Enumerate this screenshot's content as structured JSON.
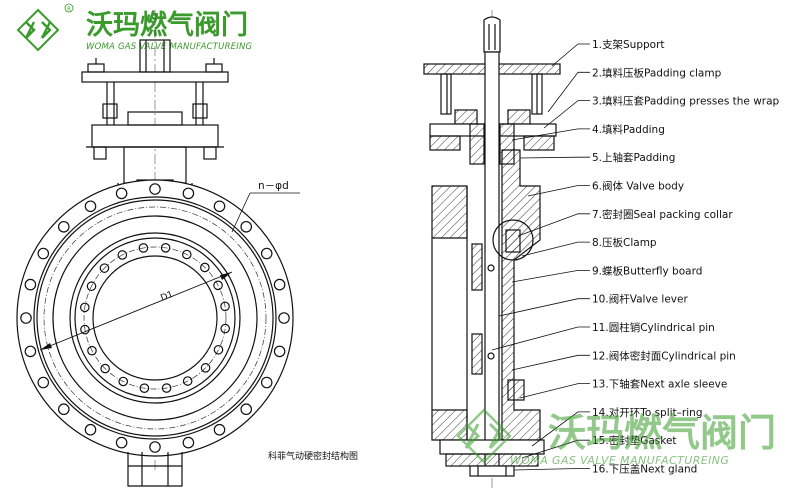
{
  "brand": {
    "name_cn": "沃玛燃气阀门",
    "name_en": "WOMA GAS VALVE MANUFACTUREING",
    "registered_mark": "R",
    "logo_color": "#3a9a2c"
  },
  "watermark": {
    "name_cn": "沃玛燃气阀门",
    "name_en": "WOMA GAS VALVE MANUFACTUREING"
  },
  "diagram": {
    "caption": "科菲气动硬密封结构图",
    "dim_bolt": "n－φd",
    "dim_diameter": "D1",
    "parts": [
      "1.支架Support",
      "2.填料压板Padding clamp",
      "3.填料压套Padding presses the wrap",
      "4.填料Padding",
      "5.上轴套Padding",
      "6.阀体 Valve body",
      "7.密封圈Seal packing collar",
      "8.压板Clamp",
      "9.蝶板Butterfly board",
      "10.阀杆Valve lever",
      "11.圆柱销Cylindrical pin",
      "12.阀体密封面Cylindrical pin",
      "13.下轴套Next axle sleeve",
      "14.对开环To split–ring",
      "15.密封垫Gasket",
      "16.下压盖Next gland"
    ]
  }
}
